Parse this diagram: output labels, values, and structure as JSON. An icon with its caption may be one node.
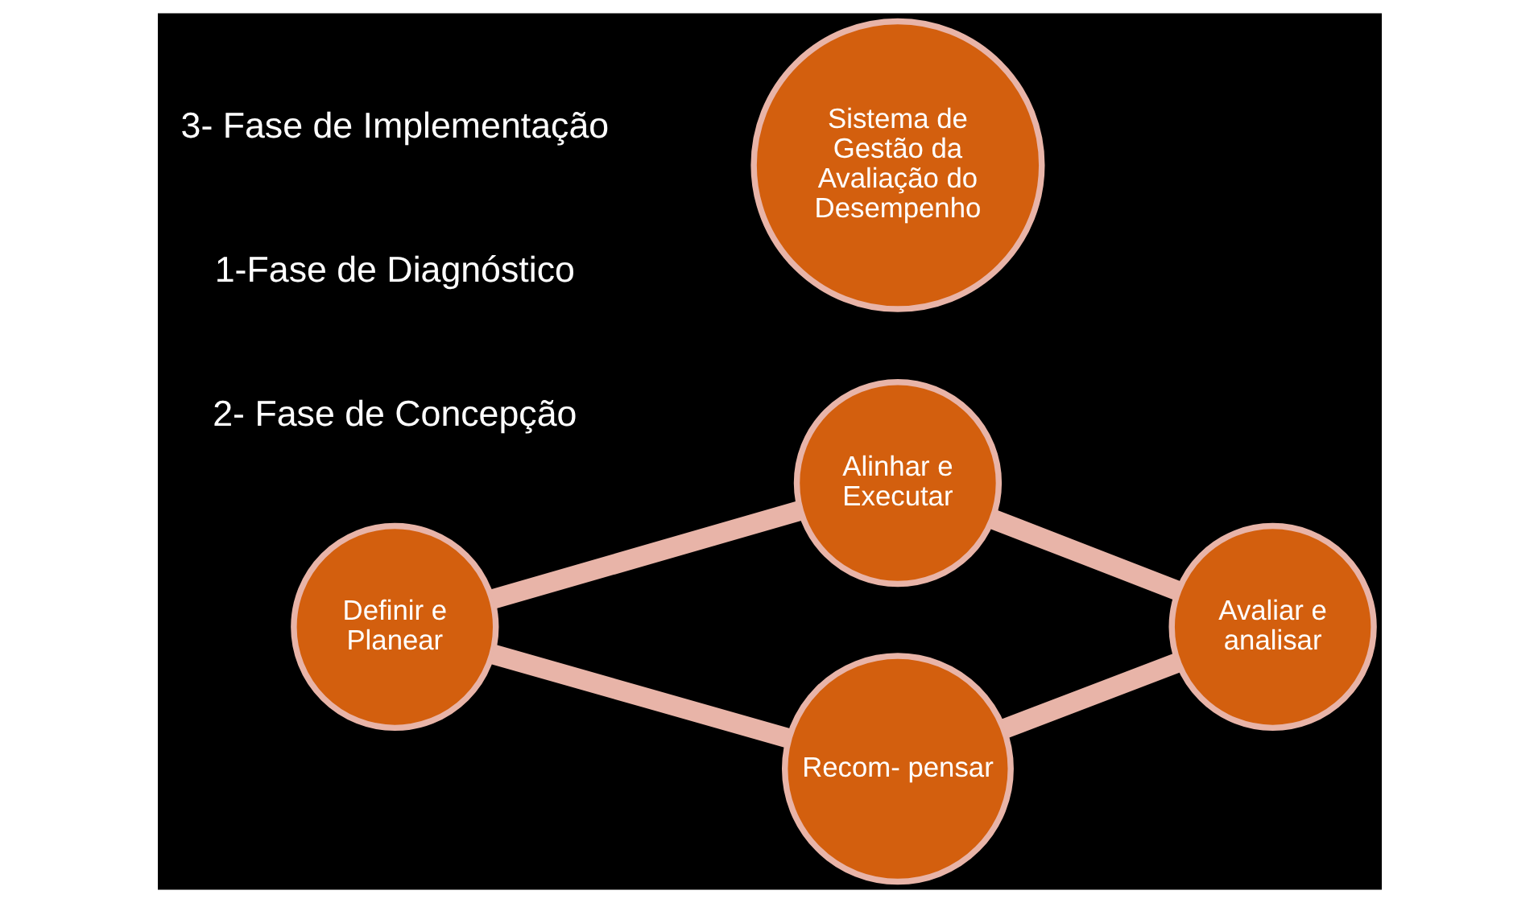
{
  "diagram": {
    "nodes": [
      {
        "text": [
          "Alinhar e Executar"
        ]
      },
      {
        "text": [
          "Definir e Planear"
        ]
      },
      {
        "text": [
          "Sistema de Gestão da Avaliação do Desempenho"
        ]
      },
      {
        "text": [
          "Avaliar e analisar"
        ]
      },
      {
        "text": [
          "Recom- pensar"
        ]
      }
    ],
    "edges": [
      {
        "from": 1,
        "to": 0,
        "arrow": "none"
      },
      {
        "from": 0,
        "to": 3,
        "arrow": "none"
      },
      {
        "from": 1,
        "to": 4,
        "arrow": "none"
      },
      {
        "from": 4,
        "to": 3,
        "arrow": "none"
      }
    ],
    "labels": [
      "2- Fase de Concepção",
      "1-Fase de Diagnóstico",
      "3- Fase de Implementação"
    ]
  }
}
